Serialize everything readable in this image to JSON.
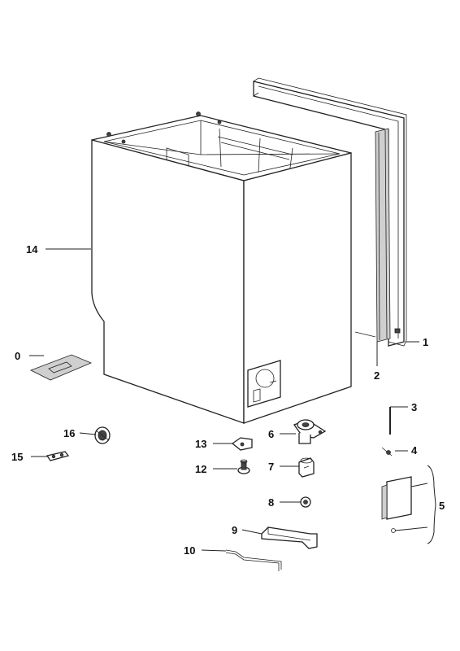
{
  "labels": {
    "l0": "0",
    "l1": "1",
    "l2": "2",
    "l3": "3",
    "l4": "4",
    "l5": "5",
    "l6": "6",
    "l7": "7",
    "l8": "8",
    "l9": "9",
    "l10": "10",
    "l12": "12",
    "l13": "13",
    "l14": "14",
    "l15": "15",
    "l16": "16"
  }
}
